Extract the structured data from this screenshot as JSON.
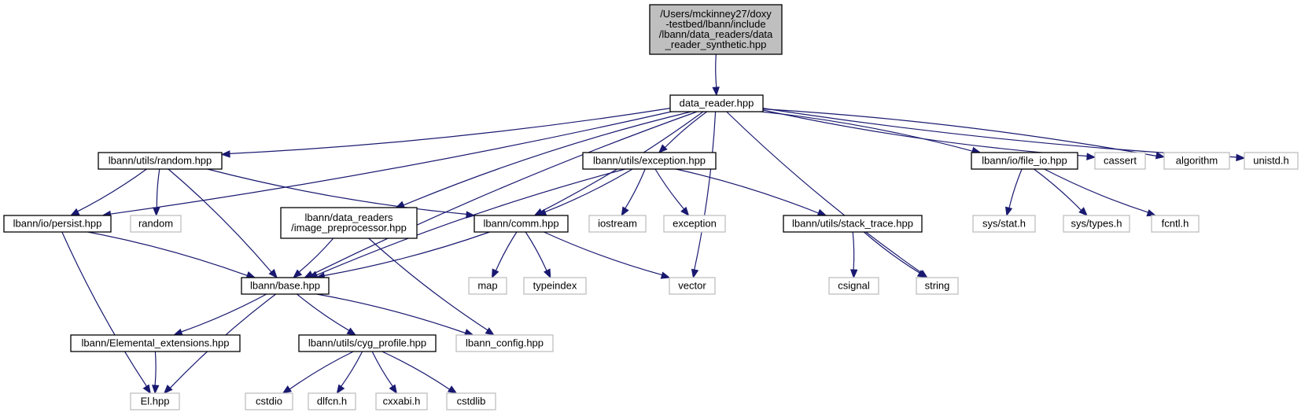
{
  "colors": {
    "edge": "#191970",
    "root_fill": "#bfbfbf",
    "external_border": "#bfbfbf",
    "internal_border": "#000000"
  },
  "nodes": [
    {
      "id": "root",
      "kind": "root",
      "lines": [
        "/Users/mckinney27/doxy",
        "-testbed/lbann/include",
        "/lbann/data_readers/data",
        "_reader_synthetic.hpp"
      ]
    },
    {
      "id": "data_reader",
      "kind": "internal",
      "lines": [
        "data_reader.hpp"
      ]
    },
    {
      "id": "random_hpp",
      "kind": "internal",
      "lines": [
        "lbann/utils/random.hpp"
      ]
    },
    {
      "id": "exception_hpp",
      "kind": "internal",
      "lines": [
        "lbann/utils/exception.hpp"
      ]
    },
    {
      "id": "file_io",
      "kind": "internal",
      "lines": [
        "lbann/io/file_io.hpp"
      ]
    },
    {
      "id": "cassert",
      "kind": "external",
      "lines": [
        "cassert"
      ]
    },
    {
      "id": "algorithm",
      "kind": "external",
      "lines": [
        "algorithm"
      ]
    },
    {
      "id": "unistd",
      "kind": "external",
      "lines": [
        "unistd.h"
      ]
    },
    {
      "id": "persist",
      "kind": "internal",
      "lines": [
        "lbann/io/persist.hpp"
      ]
    },
    {
      "id": "random_std",
      "kind": "external",
      "lines": [
        "random"
      ]
    },
    {
      "id": "image_pre",
      "kind": "internal",
      "lines": [
        "lbann/data_readers",
        "/image_preprocessor.hpp"
      ]
    },
    {
      "id": "comm",
      "kind": "internal",
      "lines": [
        "lbann/comm.hpp"
      ]
    },
    {
      "id": "iostream",
      "kind": "external",
      "lines": [
        "iostream"
      ]
    },
    {
      "id": "exception_std",
      "kind": "external",
      "lines": [
        "exception"
      ]
    },
    {
      "id": "stack_trace",
      "kind": "internal",
      "lines": [
        "lbann/utils/stack_trace.hpp"
      ]
    },
    {
      "id": "sys_stat",
      "kind": "external",
      "lines": [
        "sys/stat.h"
      ]
    },
    {
      "id": "sys_types",
      "kind": "external",
      "lines": [
        "sys/types.h"
      ]
    },
    {
      "id": "fcntl",
      "kind": "external",
      "lines": [
        "fcntl.h"
      ]
    },
    {
      "id": "base",
      "kind": "internal",
      "lines": [
        "lbann/base.hpp"
      ]
    },
    {
      "id": "map",
      "kind": "external",
      "lines": [
        "map"
      ]
    },
    {
      "id": "typeindex",
      "kind": "external",
      "lines": [
        "typeindex"
      ]
    },
    {
      "id": "vector",
      "kind": "external",
      "lines": [
        "vector"
      ]
    },
    {
      "id": "csignal",
      "kind": "external",
      "lines": [
        "csignal"
      ]
    },
    {
      "id": "string",
      "kind": "external",
      "lines": [
        "string"
      ]
    },
    {
      "id": "elemental_ext",
      "kind": "internal",
      "lines": [
        "lbann/Elemental_extensions.hpp"
      ]
    },
    {
      "id": "cyg_profile",
      "kind": "internal",
      "lines": [
        "lbann/utils/cyg_profile.hpp"
      ]
    },
    {
      "id": "lbann_config",
      "kind": "external",
      "lines": [
        "lbann_config.hpp"
      ]
    },
    {
      "id": "el",
      "kind": "external",
      "lines": [
        "El.hpp"
      ]
    },
    {
      "id": "cstdio",
      "kind": "external",
      "lines": [
        "cstdio"
      ]
    },
    {
      "id": "dlfcn",
      "kind": "external",
      "lines": [
        "dlfcn.h"
      ]
    },
    {
      "id": "cxxabi",
      "kind": "external",
      "lines": [
        "cxxabi.h"
      ]
    },
    {
      "id": "cstdlib",
      "kind": "external",
      "lines": [
        "cstdlib"
      ]
    }
  ],
  "edges": [
    [
      "root",
      "data_reader"
    ],
    [
      "data_reader",
      "random_hpp"
    ],
    [
      "data_reader",
      "exception_hpp"
    ],
    [
      "data_reader",
      "file_io"
    ],
    [
      "data_reader",
      "cassert"
    ],
    [
      "data_reader",
      "algorithm"
    ],
    [
      "data_reader",
      "unistd"
    ],
    [
      "data_reader",
      "persist"
    ],
    [
      "data_reader",
      "image_pre"
    ],
    [
      "data_reader",
      "comm"
    ],
    [
      "data_reader",
      "base"
    ],
    [
      "data_reader",
      "vector"
    ],
    [
      "data_reader",
      "string"
    ],
    [
      "random_hpp",
      "persist"
    ],
    [
      "random_hpp",
      "random_std"
    ],
    [
      "random_hpp",
      "base"
    ],
    [
      "random_hpp",
      "comm"
    ],
    [
      "exception_hpp",
      "comm"
    ],
    [
      "exception_hpp",
      "base"
    ],
    [
      "exception_hpp",
      "iostream"
    ],
    [
      "exception_hpp",
      "exception_std"
    ],
    [
      "exception_hpp",
      "stack_trace"
    ],
    [
      "file_io",
      "sys_stat"
    ],
    [
      "file_io",
      "sys_types"
    ],
    [
      "file_io",
      "fcntl"
    ],
    [
      "persist",
      "base"
    ],
    [
      "persist",
      "el"
    ],
    [
      "image_pre",
      "base"
    ],
    [
      "image_pre",
      "lbann_config"
    ],
    [
      "comm",
      "base"
    ],
    [
      "comm",
      "map"
    ],
    [
      "comm",
      "typeindex"
    ],
    [
      "comm",
      "vector"
    ],
    [
      "stack_trace",
      "csignal"
    ],
    [
      "stack_trace",
      "string"
    ],
    [
      "base",
      "elemental_ext"
    ],
    [
      "base",
      "cyg_profile"
    ],
    [
      "base",
      "lbann_config"
    ],
    [
      "base",
      "el"
    ],
    [
      "elemental_ext",
      "el"
    ],
    [
      "cyg_profile",
      "cstdio"
    ],
    [
      "cyg_profile",
      "dlfcn"
    ],
    [
      "cyg_profile",
      "cxxabi"
    ],
    [
      "cyg_profile",
      "cstdlib"
    ]
  ]
}
